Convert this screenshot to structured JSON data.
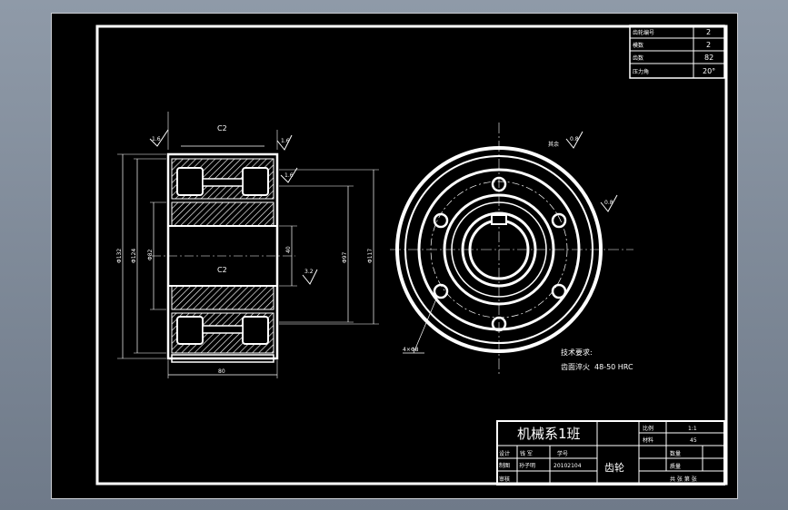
{
  "spec_table": {
    "rows": [
      {
        "label": "齿轮编号",
        "value": "2"
      },
      {
        "label": "模数",
        "value": "2"
      },
      {
        "label": "齿数",
        "value": "82"
      },
      {
        "label": "压力角",
        "value": "20°"
      }
    ]
  },
  "dimensions": {
    "chamfer_top": "C2",
    "chamfer_bore": "C2",
    "roughness_top_left": "1.6",
    "roughness_top_right": "1.6",
    "roughness_right_upper": "1.6",
    "roughness_right_mid": "3.2",
    "roughness_front": "0.8",
    "roughness_side": "0.8",
    "dia_outer": "Φ132",
    "dia_root": "Φ124",
    "dia_bore": "Φ82",
    "dia_hub": "Φ97",
    "dia_hub_outer": "Φ117",
    "width_bottom": "80",
    "width_hub": "40",
    "hole_callout": "4×Φ8",
    "roughness_rest_label": "其余"
  },
  "notes": {
    "title": "技术要求:",
    "line1": "齿面淬火",
    "line2": "48-50 HRC"
  },
  "title_block": {
    "school": "机械系1班",
    "part_name": "齿轮",
    "scale_label": "比例",
    "scale_value": "1:1",
    "material_label": "材料",
    "material_value": "45",
    "qty_label": "数量",
    "weight_label": "质量",
    "designer_label": "设计",
    "designer_name": "钱  军",
    "id_label": "学号",
    "drawing_label": "制图",
    "drawing_name": "孙子明",
    "id_value": "20102104",
    "checker_label": "审核",
    "sheets_label": "共  张  第  张"
  }
}
